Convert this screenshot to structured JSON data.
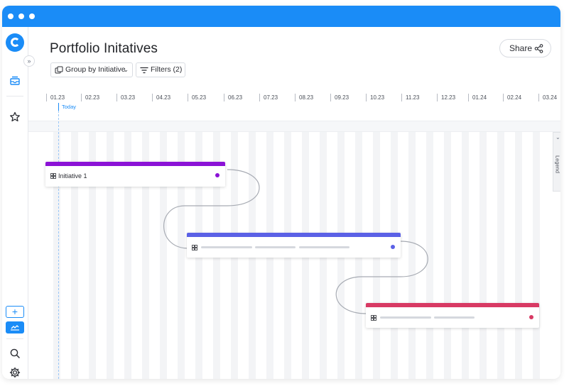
{
  "page": {
    "title": "Portfolio Initatives",
    "share_label": "Share"
  },
  "toolbar": {
    "group_label": "Group by Initiative",
    "filter_label": "Filters (2)"
  },
  "timeline": {
    "months": [
      "01.23",
      "02.23",
      "03.23",
      "04.23",
      "05.23",
      "06.23",
      "07.23",
      "08.23",
      "09.23",
      "10.23",
      "11.23",
      "12.23",
      "01.24",
      "02.24",
      "03.24"
    ],
    "today_label": "Today"
  },
  "legend": {
    "label": "Legend"
  },
  "initiatives": [
    {
      "label": "Initiative 1",
      "color": "#8b12d6"
    },
    {
      "label": "",
      "color": "#5b61e6"
    },
    {
      "label": "",
      "color": "#d83a64"
    }
  ],
  "sidebar": {
    "add_symbol": "+"
  },
  "colors": {
    "accent": "#1a8cf7",
    "titlebar": "#1a8cf7"
  }
}
